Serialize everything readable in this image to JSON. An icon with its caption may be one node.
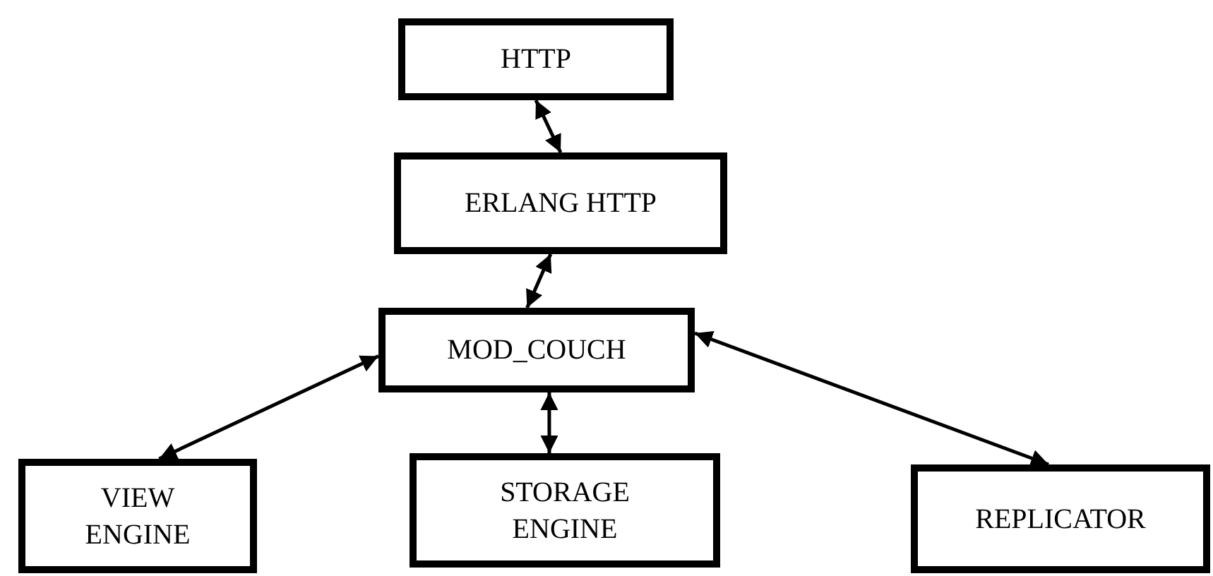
{
  "diagram": {
    "nodes": [
      {
        "text": [
          "HTTP"
        ]
      },
      {
        "text": [
          "ERLANG HTTP"
        ]
      },
      {
        "text": [
          "MOD_COUCH"
        ]
      },
      {
        "text": [
          "VIEW ENGINE"
        ]
      },
      {
        "text": [
          "STORAGE ENGINE"
        ]
      },
      {
        "text": [
          "REPLICATOR"
        ]
      }
    ],
    "edges": [
      {
        "from": 0,
        "to": 1,
        "arrow": "both"
      },
      {
        "from": 1,
        "to": 2,
        "arrow": "both"
      },
      {
        "from": 2,
        "to": 3,
        "arrow": "both"
      },
      {
        "from": 2,
        "to": 4,
        "arrow": "both"
      },
      {
        "from": 2,
        "to": 5,
        "arrow": "both"
      }
    ]
  }
}
